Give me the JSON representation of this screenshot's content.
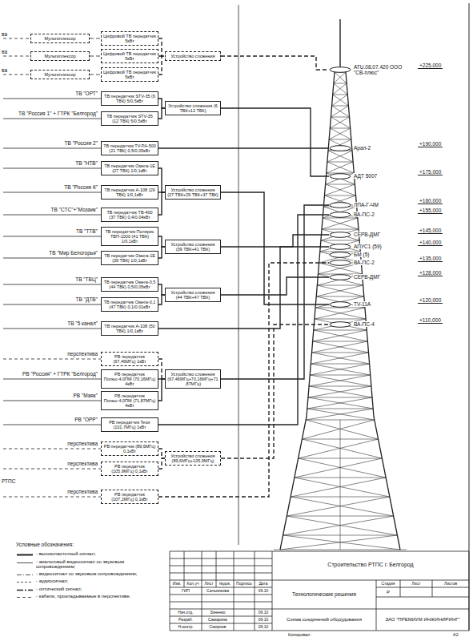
{
  "diagram": {
    "nodes": [
      {
        "text": [
          "Мультиплексор"
        ]
      },
      {
        "text": [
          "Цифровой ТВ передатчик 5кВт"
        ]
      },
      {
        "text": [
          "Устройство сложения"
        ]
      },
      {
        "text": [
          "Мультиплексор"
        ]
      },
      {
        "text": [
          "Цифровой ТВ передатчик 5кВт"
        ]
      },
      {
        "text": [
          "Мультиплексор"
        ]
      },
      {
        "text": [
          "Цифровой ТВ передатчик 5кВт"
        ]
      },
      {
        "text": [
          "ТВ передатчик STV-35 (6 ТВК) 5/0,5кВт"
        ]
      },
      {
        "text": [
          "Устройство сложения (6 ТВК+12 ТВК)"
        ]
      },
      {
        "text": [
          "ТВ передатчик STV-35 (12 ТВК) 5/0,5кВт"
        ]
      },
      {
        "text": [
          "ТВ передатчик TV-PA-500 (21 ТВК) 0,5/0,05кВт"
        ]
      },
      {
        "text": [
          "ТВ передатчик Омега-1Е (27 ТВК) 1/0,1кВт"
        ]
      },
      {
        "text": [
          "ТВ передатчик А-108 (29 ТВК) 1/0,1кВт"
        ]
      },
      {
        "text": [
          "Устройство сложения (27 ТВК+29 ТВК+37 ТВК)"
        ]
      },
      {
        "text": [
          "ТВ передатчик ТВ-400 (37 ТВК) 0,4/0,04кВт"
        ]
      },
      {
        "text": [
          "ТВ передатчик Полярис ТВП-1000 (41 ТВК) 1/0,1кВт"
        ]
      },
      {
        "text": [
          "Устройство сложения (39 ТВК+41 ТВК)"
        ]
      },
      {
        "text": [
          "ТВ передатчик Омега-1Е (39 ТВК) 1/0,1кВт"
        ]
      },
      {
        "text": [
          "ТВ передатчик Омега-0,5 (44 ТВК) 0,5/0,05кВт"
        ]
      },
      {
        "text": [
          "Устройство сложения (44 ТВК+47 ТВК)"
        ]
      },
      {
        "text": [
          "ТВ передатчик Омега-0,1 (47 ТВК) 0,1/0,01кВт"
        ]
      },
      {
        "text": [
          "ТВ передатчик А-108 (50 ТВК) 1/0,1кВт"
        ]
      },
      {
        "text": [
          "РВ передатчик (67,46МГц) 1кВт"
        ]
      },
      {
        "text": [
          "РВ передатчик Полюс-4,0ПМ (70,16МГц) 4кВт"
        ]
      },
      {
        "text": [
          "Устройство сложения (67,46МГц+70,16МГц+71,87МГц)"
        ]
      },
      {
        "text": [
          "РВ передатчик Полюс-4,0ПМ (71,87МГц) 4кВт"
        ]
      },
      {
        "text": [
          "РВ передатчик Tetor (101,7МГц) 1кВт"
        ]
      },
      {
        "text": [
          "РВ передатчик (89,6МГц) 0,1кВт"
        ]
      },
      {
        "text": [
          "Устройство сложения (89,6МГц+105,9МГц)"
        ]
      },
      {
        "text": [
          "РВ передатчик (105,9МГц) 0,1кВт"
        ]
      },
      {
        "text": [
          "РВ передатчик (107,2МГц) 0,1кВт"
        ]
      },
      {
        "text": [
          "ATU.08.07.420 ООО \"СВ-плюс\""
        ]
      },
      {
        "text": [
          "Арал-2"
        ]
      },
      {
        "text": [
          "АДТ 5007"
        ]
      },
      {
        "text": [
          "ЛПА-Г-ЧМ"
        ]
      },
      {
        "text": [
          "ВА-ПС-2"
        ]
      },
      {
        "text": [
          "СЕРВ-ДМГ"
        ]
      },
      {
        "text": [
          "АПУС1 (59)"
        ]
      },
      {
        "text": [
          "БМ (5)"
        ]
      },
      {
        "text": [
          "ВА-ПС-2"
        ]
      },
      {
        "text": [
          "СЕРВ-ДМГ"
        ]
      },
      {
        "text": [
          "TV-11А"
        ]
      },
      {
        "text": [
          "ВА-ПС-4"
        ]
      }
    ],
    "edges": [
      {
        "from": 0,
        "to": 1,
        "arrow": "none"
      },
      {
        "from": 1,
        "to": 2,
        "arrow": "none"
      },
      {
        "from": 3,
        "to": 4,
        "arrow": "none"
      },
      {
        "from": 4,
        "to": 2,
        "arrow": "none"
      },
      {
        "from": 5,
        "to": 6,
        "arrow": "none"
      },
      {
        "from": 6,
        "to": 2,
        "arrow": "none"
      },
      {
        "from": 2,
        "to": 31,
        "arrow": "none"
      },
      {
        "from": 7,
        "to": 8,
        "arrow": "none"
      },
      {
        "from": 9,
        "to": 8,
        "arrow": "none"
      },
      {
        "from": 8,
        "to": 33,
        "arrow": "none"
      },
      {
        "from": 10,
        "to": 32,
        "arrow": "none"
      },
      {
        "from": 11,
        "to": 13,
        "arrow": "none"
      },
      {
        "from": 12,
        "to": 13,
        "arrow": "none"
      },
      {
        "from": 14,
        "to": 13,
        "arrow": "none"
      },
      {
        "from": 13,
        "to": 41,
        "arrow": "none"
      },
      {
        "from": 15,
        "to": 16,
        "arrow": "none"
      },
      {
        "from": 17,
        "to": 16,
        "arrow": "none"
      },
      {
        "from": 16,
        "to": 36,
        "arrow": "none"
      },
      {
        "from": 18,
        "to": 19,
        "arrow": "none"
      },
      {
        "from": 20,
        "to": 19,
        "arrow": "none"
      },
      {
        "from": 19,
        "to": 40,
        "arrow": "none"
      },
      {
        "from": 21,
        "to": 37,
        "arrow": "none"
      },
      {
        "from": 22,
        "to": 24,
        "arrow": "none"
      },
      {
        "from": 23,
        "to": 24,
        "arrow": "none"
      },
      {
        "from": 25,
        "to": 24,
        "arrow": "none"
      },
      {
        "from": 24,
        "to": 34,
        "arrow": "none"
      },
      {
        "from": 26,
        "to": 35,
        "arrow": "none"
      },
      {
        "from": 27,
        "to": 28,
        "arrow": "none"
      },
      {
        "from": 29,
        "to": 28,
        "arrow": "none"
      },
      {
        "from": 28,
        "to": 42,
        "arrow": "none"
      },
      {
        "from": 30,
        "to": 39,
        "arrow": "none"
      }
    ],
    "labels": [
      "ва",
      "ва",
      "ва",
      "ТВ \"ОРТ\"",
      "ТВ \"Россия 1\" + ГТРК \"Белгород\"",
      "ТВ \"Россия 2\"",
      "ТВ \"НТВ\"",
      "ТВ \"Россия К\"",
      "ТВ \"СТС\"+\"Мозаик\"",
      "ТВ \"ТТВ\"",
      "ТВ \"Мир Белогорья\"",
      "ТВ \"ТВЦ\"",
      "ТВ \"ДТВ\"",
      "ТВ \"5 канал\"",
      "перспектива",
      "РВ \"Россия\" + ГТРК \"Белгород\"",
      "РВ \"Маяк\"",
      "РВ \"ОРР\"",
      "перспектива",
      "перспектива",
      "перспектива",
      "РТПС",
      "+225,000",
      "+190,000",
      "+175,000",
      "+160,000",
      "+155,000",
      "+145,000",
      "+140,000",
      "+135,000",
      "+128,000",
      "+120,000",
      "+110,000",
      "Условные обозначения:",
      "Изм.",
      "Кол.уч",
      "Лист",
      "№док.",
      "Подпись",
      "Дата",
      "ГИП",
      "Сальникова",
      "09.10",
      "Нач.отд.",
      "Зиненко",
      "09.10",
      "Разраб.",
      "Самарина",
      "09.10",
      "Н.контр.",
      "Смирнов",
      "09.10",
      "Строительство РТПС г. Белгород",
      "Технологические решения",
      "Стадия",
      "Лист",
      "Листов",
      "Р",
      "Схема соединений оборудования",
      "ЗАО \"ПРЕМИУМ ИНЖИНИРИНГ\"",
      "Копировал",
      "А2"
    ],
    "legend": [
      {
        "text": "- высокочастотный сигнал;"
      },
      {
        "text": "- аналоговый видеосигнал со звуковым сопровождением;"
      },
      {
        "text": "- видеосигнал со звуковым сопровождением;"
      },
      {
        "text": "- аудиосигнал;"
      },
      {
        "text": "- оптический сигнал;"
      },
      {
        "text": "- кабели, прокладываемые в перспективе."
      }
    ]
  }
}
